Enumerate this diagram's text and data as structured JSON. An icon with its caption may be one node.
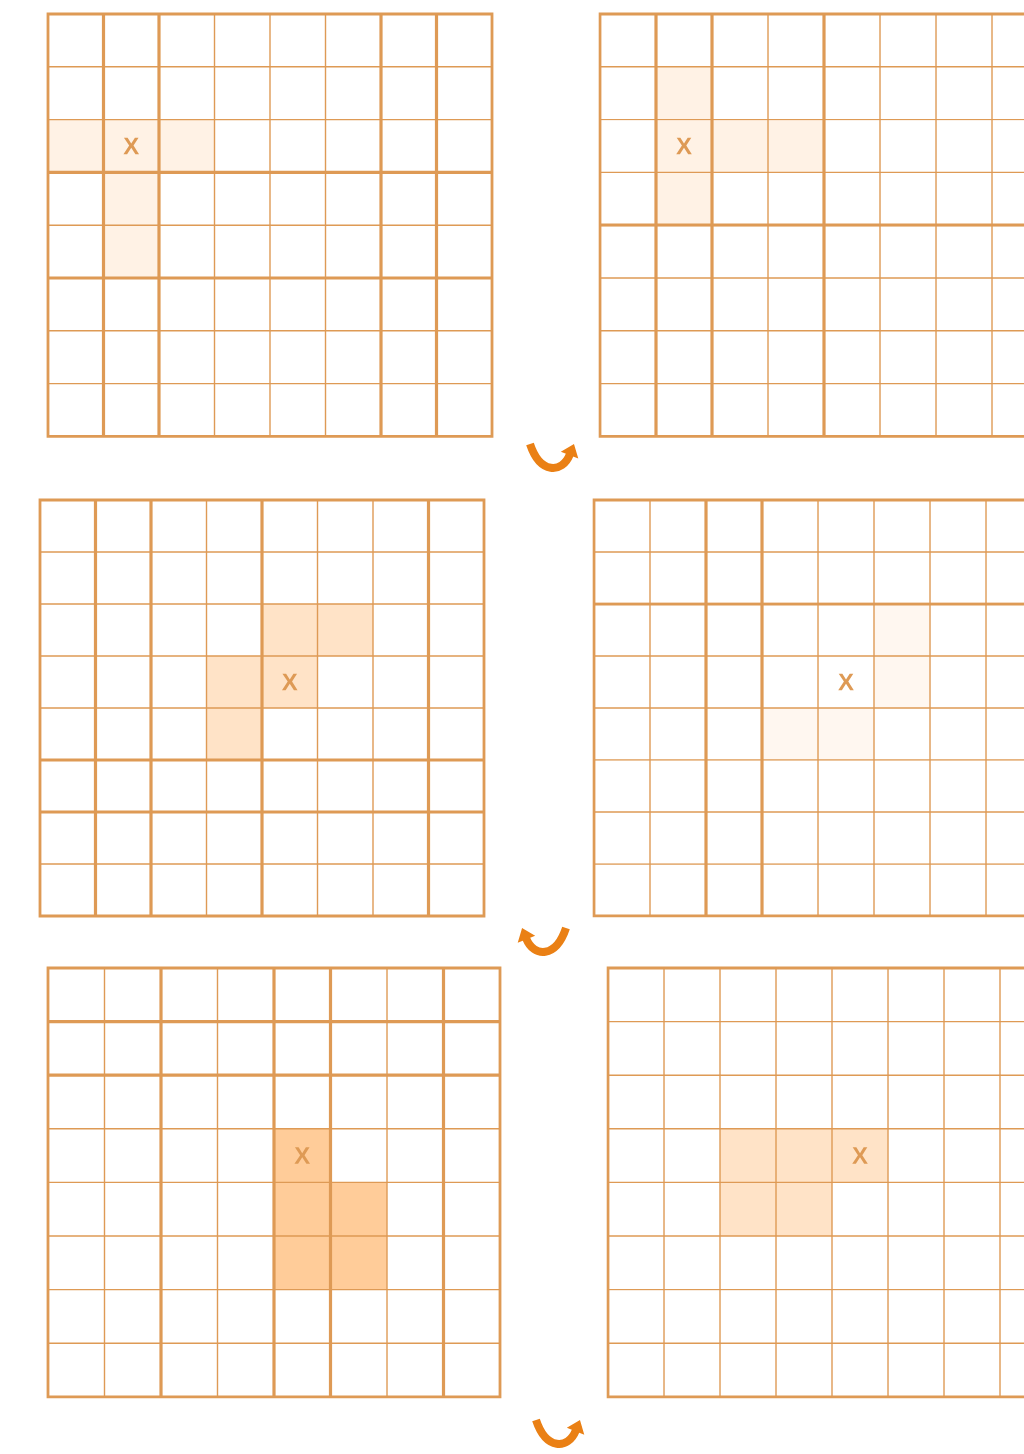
{
  "diagram": {
    "nodes": [
      {
        "text": [
          "X"
        ]
      },
      {
        "text": [
          "X"
        ]
      },
      {
        "text": [
          "X"
        ]
      },
      {
        "text": [
          "X"
        ]
      },
      {
        "text": [
          "X"
        ]
      },
      {
        "text": [
          "X"
        ]
      }
    ]
  }
}
